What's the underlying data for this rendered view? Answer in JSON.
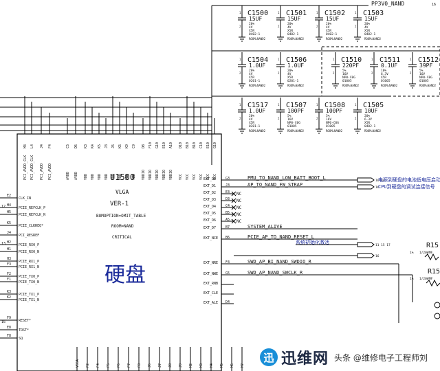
{
  "power_rail": {
    "label": "PP3V0_NAND",
    "page_ref": "16"
  },
  "capacitors": [
    {
      "ref": "C1500",
      "value": "15UF",
      "specs": [
        "20%",
        "4V",
        "X5R",
        "0402-1"
      ],
      "room": "ROOM=NAND2",
      "pins": [
        "1",
        "2"
      ]
    },
    {
      "ref": "C1501",
      "value": "15UF",
      "specs": [
        "20%",
        "4V",
        "X5R",
        "0402-1"
      ],
      "room": "ROOM=NAND2",
      "pins": [
        "1",
        "2"
      ]
    },
    {
      "ref": "C1502",
      "value": "15UF",
      "specs": [
        "20%",
        "4V",
        "X5R",
        "0402-1"
      ],
      "room": "ROOM=NAND2",
      "pins": [
        "1",
        "2"
      ]
    },
    {
      "ref": "C1503",
      "value": "15UF",
      "specs": [
        "20%",
        "4V",
        "X5R",
        "0402-1"
      ],
      "room": "ROOM=NAND2",
      "pins": [
        "1",
        "2"
      ]
    },
    {
      "ref": "C1504",
      "value": "1.0UF",
      "specs": [
        "20%",
        "4V",
        "X5R",
        "0201-1"
      ],
      "room": "ROOM=NAND2",
      "pins": [
        "1",
        "2"
      ]
    },
    {
      "ref": "C1506",
      "value": "1.0UF",
      "specs": [
        "20%",
        "4V",
        "X5R",
        "0201-1"
      ],
      "room": "ROOM=NAND2",
      "pins": [
        "1",
        "2"
      ]
    },
    {
      "ref": "C1510",
      "value": "220PF",
      "specs": [
        "5%",
        "16V",
        "NP0-C0G",
        "01005"
      ],
      "room": "ROOM=NAND2",
      "pins": [
        "1",
        "2"
      ]
    },
    {
      "ref": "C1511",
      "value": "0.1UF",
      "specs": [
        "10%",
        "6.3V",
        "X5R",
        "01005"
      ],
      "room": "ROOM=NAND2",
      "pins": [
        "1",
        "2"
      ]
    },
    {
      "ref": "C1512",
      "value": "39PF",
      "specs": [
        "5%",
        "16V",
        "NP0-C0G",
        "01005"
      ],
      "room": "ROOM=NAND2",
      "pins": [
        "1",
        "2"
      ]
    },
    {
      "ref": "C1517",
      "value": "1.0UF",
      "specs": [
        "20%",
        "4V",
        "X5R",
        "0201-1"
      ],
      "room": "ROOM=NAND2",
      "pins": [
        "1",
        "2"
      ]
    },
    {
      "ref": "C1507",
      "value": "100PF",
      "specs": [
        "5%",
        "16V",
        "NP0-C0G",
        "01005"
      ],
      "room": "ROOM=NAND2",
      "pins": [
        "1",
        "2"
      ]
    },
    {
      "ref": "C1508",
      "value": "100PF",
      "specs": [
        "5%",
        "16V",
        "NP0-C0G",
        "01005"
      ],
      "room": "ROOM=NAND2",
      "pins": [
        "1",
        "2"
      ]
    },
    {
      "ref": "C1505",
      "value": "10UF",
      "specs": [
        "20%",
        "6.3V",
        "X5R",
        "0402-1"
      ],
      "room": "ROOM=NAND2",
      "pins": [
        "1",
        "2"
      ]
    }
  ],
  "chip": {
    "ref": "U1500",
    "package": "VLGA",
    "version": "VER-1",
    "bom_option": "BOMOPTION=OMIT_TABLE",
    "room": "ROOM=NAND",
    "critical": "CRITICAL",
    "label_cn": "硬盘",
    "top_pins": [
      {
        "num": "M4",
        "name": "PCI_AVDD_CLK"
      },
      {
        "num": "L4",
        "name": "PCI_AVDD_CLK"
      },
      {
        "num": "J4",
        "name": "PCI_AVDD"
      },
      {
        "num": "F4",
        "name": "PCI_AVDD"
      },
      {
        "num": "C5",
        "name": "AVDD"
      },
      {
        "num": "D5",
        "name": "AVDD"
      },
      {
        "num": "K3",
        "name": "VDD"
      },
      {
        "num": "K4",
        "name": "VDD"
      },
      {
        "num": "K5",
        "name": "VDD"
      },
      {
        "num": "J3",
        "name": "VDD"
      },
      {
        "num": "J6",
        "name": "VDD"
      },
      {
        "num": "K6",
        "name": "VDD"
      },
      {
        "num": "K9",
        "name": "VDD"
      },
      {
        "num": "C9",
        "name": "VDD"
      },
      {
        "num": "D8",
        "name": "VDDIO"
      },
      {
        "num": "F10",
        "name": "VDDIO"
      },
      {
        "num": "G10",
        "name": "VDDIO"
      },
      {
        "num": "E10",
        "name": "VDDIO"
      },
      {
        "num": "A10",
        "name": "VDDIO"
      },
      {
        "num": "D10",
        "name": "VCC"
      },
      {
        "num": "B10",
        "name": "VCC"
      },
      {
        "num": "B10",
        "name": "VCC"
      },
      {
        "num": "C10",
        "name": "VCC"
      },
      {
        "num": "E10",
        "name": "VCC"
      },
      {
        "num": "G10",
        "name": "VCC"
      }
    ],
    "left_pins": [
      {
        "num": "E2",
        "name": "CLK_IN"
      },
      {
        "num": "H4",
        "name": "PCIE_REFCLK_P"
      },
      {
        "num": "H5",
        "name": "PCIE_REFCLK_N"
      },
      {
        "num": "K5",
        "name": "PCIE_CLKREQ*"
      },
      {
        "num": "J4",
        "name": "PCI_RESREF"
      },
      {
        "num": "H2",
        "name": "PCIE_RX0_P"
      },
      {
        "num": "H1",
        "name": "PCIE_RX0_N"
      },
      {
        "num": "H3",
        "name": "PCIE_RX1_P"
      },
      {
        "num": "F3",
        "name": "PCIE_RX1_N"
      },
      {
        "num": "F2",
        "name": "PCIE_TX0_P"
      },
      {
        "num": "F1",
        "name": "PCIE_TX0_N"
      },
      {
        "num": "K3",
        "name": "PCIE_TX1_P"
      },
      {
        "num": "K2",
        "name": "PCIE_TX1_N"
      },
      {
        "num": "F9",
        "name": "RESET*"
      },
      {
        "num": "E8",
        "name": "TRST*"
      },
      {
        "num": "F8",
        "name": "SQ"
      }
    ],
    "right_pins": [
      {
        "num": "G3",
        "name": "EXT_D0",
        "net": "PMU_TO_NAND_LOW_BATT_BOOT_L"
      },
      {
        "num": "J3",
        "name": "EXT_D1",
        "net": "AP_TO_NAND_FW_STRAP"
      },
      {
        "num": "E3",
        "name": "EXT_D2",
        "net": "NC"
      },
      {
        "num": "D3",
        "name": "EXT_D3",
        "net": "NC"
      },
      {
        "num": "C4",
        "name": "EXT_D4",
        "net": "NC"
      },
      {
        "num": "B5",
        "name": "EXT_D5",
        "net": "NC"
      },
      {
        "num": "A5",
        "name": "EXT_D6",
        "net": "NC"
      },
      {
        "num": "B7",
        "name": "EXT_D7",
        "net": "SYSTEM_ALIVE"
      },
      {
        "num": "B6",
        "name": "EXT_NCE",
        "net": "PCIE_AP_TO_NAND_RESET_L"
      },
      {
        "num": "F4",
        "name": "EXT_NRE",
        "net": "SWD_AP_BI_NAND_SWDIO_R"
      },
      {
        "num": "G5",
        "name": "EXT_NWE",
        "net": "SWD_AP_NAND_SWCLK_R"
      },
      {
        "num": "",
        "name": "EXT_RNB",
        "net": ""
      },
      {
        "num": "",
        "name": "EXT_CLE",
        "net": ""
      },
      {
        "num": "D4",
        "name": "EXT_ALE",
        "net": ""
      }
    ],
    "bottom_pins": [
      "VSSA",
      "F2",
      "F4",
      "F5",
      "F6",
      "F7",
      "F8",
      "J6",
      "J7",
      "J8",
      "J9",
      "M2",
      "M3",
      "M4",
      "M5",
      "M6",
      "M7"
    ]
  },
  "offpage_refs": [
    {
      "pages": "16 44",
      "note": "电源到硬盘的电池低电压启动信号"
    },
    {
      "pages": "16",
      "note": "CPU到硬盘的调试连接信号"
    },
    {
      "pages": "11 15 17",
      "note": "系统初始化激活"
    },
    {
      "pages": "16",
      "note": ""
    }
  ],
  "left_edge_labels": [
    "12",
    "13",
    "16"
  ],
  "resistors": [
    {
      "ref": "R15",
      "specs": [
        "1%",
        "1/20W",
        "MF"
      ]
    },
    {
      "ref": "R15",
      "specs": [
        "1%",
        "1/20W",
        "MF"
      ]
    }
  ],
  "watermark": {
    "logo_char": "迅",
    "brand": "迅维网",
    "author": "头条 @维修电子工程师刘"
  }
}
